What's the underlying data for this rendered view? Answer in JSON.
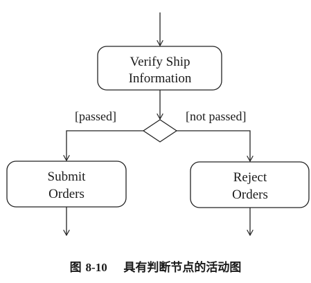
{
  "nodes": {
    "verify": {
      "line1": "Verify Ship",
      "line2": "Information"
    },
    "submit": {
      "line1": "Submit",
      "line2": "Orders"
    },
    "reject": {
      "line1": "Reject",
      "line2": "Orders"
    }
  },
  "guards": {
    "passed": "[passed]",
    "not_passed": "[not passed]"
  },
  "caption": {
    "prefix": "图",
    "number": "8-10",
    "text": "具有判断节点的活动图"
  }
}
